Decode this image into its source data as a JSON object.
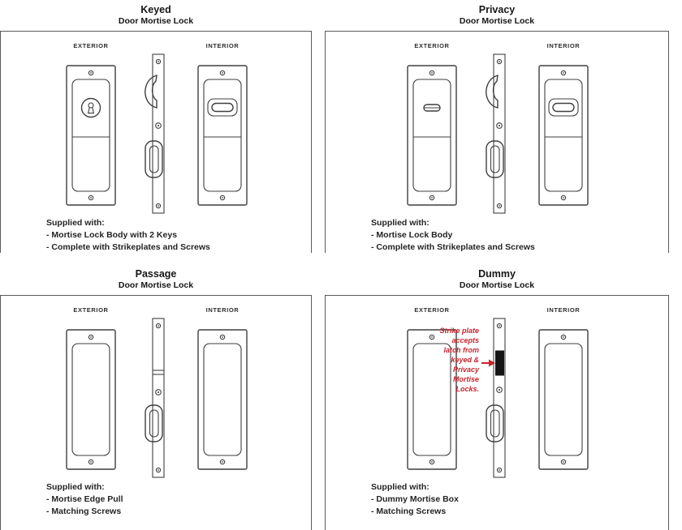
{
  "page": {
    "background": "#ffffff",
    "line_color": "#3f3f3f",
    "text_color": "#1f1f1f",
    "accent_red": "#c9252c"
  },
  "panels": [
    {
      "id": "keyed",
      "title": "Keyed",
      "subtitle": "Door Mortise Lock",
      "exterior_label": "EXTERIOR",
      "interior_label": "INTERIOR",
      "supplied_heading": "Supplied with:",
      "supplied_items": [
        "- Mortise Lock Body with 2 Keys",
        "- Complete with Strikeplates and Screws"
      ]
    },
    {
      "id": "privacy",
      "title": "Privacy",
      "subtitle": "Door Mortise Lock",
      "exterior_label": "EXTERIOR",
      "interior_label": "INTERIOR",
      "supplied_heading": "Supplied with:",
      "supplied_items": [
        "- Mortise Lock Body",
        "- Complete with Strikeplates and Screws"
      ]
    },
    {
      "id": "passage",
      "title": "Passage",
      "subtitle": "Door Mortise Lock",
      "exterior_label": "EXTERIOR",
      "interior_label": "INTERIOR",
      "supplied_heading": "Supplied with:",
      "supplied_items": [
        "- Mortise Edge Pull",
        "- Matching Screws"
      ]
    },
    {
      "id": "dummy",
      "title": "Dummy",
      "subtitle": "Door Mortise Lock",
      "exterior_label": "EXTERIOR",
      "interior_label": "INTERIOR",
      "supplied_heading": "Supplied with:",
      "supplied_items": [
        "- Dummy Mortise Box",
        "- Matching Screws"
      ],
      "annotation": {
        "color": "#c9252c",
        "lines": [
          "Strike plate",
          "accepts",
          "latch from",
          "keyed &",
          "Privacy",
          "Mortise",
          "Locks."
        ]
      }
    }
  ]
}
